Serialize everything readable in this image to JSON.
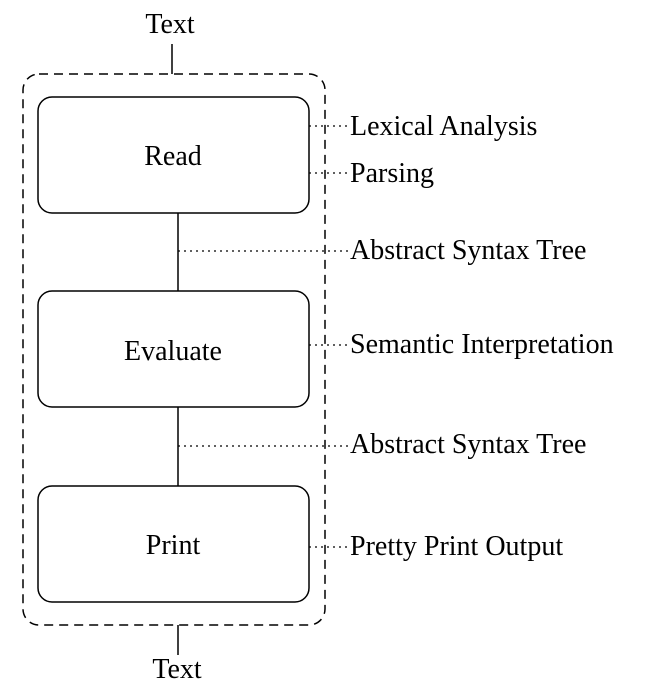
{
  "input_label": "Text",
  "output_label": "Text",
  "stages": [
    {
      "label": "Read"
    },
    {
      "label": "Evaluate"
    },
    {
      "label": "Print"
    }
  ],
  "annotations": {
    "read_top": "Lexical Analysis",
    "read_bottom": "Parsing",
    "link_1": "Abstract Syntax Tree",
    "evaluate": "Semantic Interpretation",
    "link_2": "Abstract Syntax Tree",
    "print": "Pretty Print Output"
  }
}
